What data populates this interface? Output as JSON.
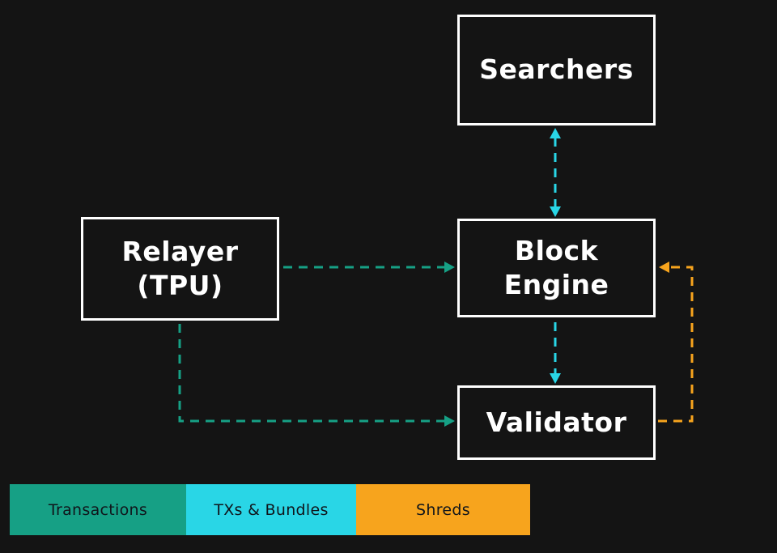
{
  "colors": {
    "background": "#141414",
    "teal": "#16a085",
    "cyan": "#29d6e6",
    "orange": "#f7a41d",
    "white": "#ffffff",
    "legend_text": "#10151b"
  },
  "nodes": {
    "searchers": {
      "label": "Searchers"
    },
    "relayer": {
      "label_line1": "Relayer",
      "label_line2": "(TPU)"
    },
    "block_engine": {
      "label_line1": "Block",
      "label_line2": "Engine"
    },
    "validator": {
      "label": "Validator"
    }
  },
  "edges": [
    {
      "from": "searchers",
      "to": "block_engine",
      "direction": "bidirectional",
      "style": "dashed",
      "color": "cyan"
    },
    {
      "from": "relayer",
      "to": "block_engine",
      "direction": "forward",
      "style": "dashed",
      "color": "teal"
    },
    {
      "from": "relayer",
      "to": "validator",
      "direction": "forward",
      "style": "dashed",
      "color": "teal"
    },
    {
      "from": "block_engine",
      "to": "validator",
      "direction": "forward",
      "style": "dashed",
      "color": "cyan"
    },
    {
      "from": "validator",
      "to": "block_engine",
      "direction": "forward",
      "style": "dashed",
      "color": "orange"
    }
  ],
  "legend": {
    "items": [
      {
        "label": "Transactions",
        "color": "#16a085"
      },
      {
        "label": "TXs & Bundles",
        "color": "#29d6e6"
      },
      {
        "label": "Shreds",
        "color": "#f7a41d"
      }
    ]
  }
}
